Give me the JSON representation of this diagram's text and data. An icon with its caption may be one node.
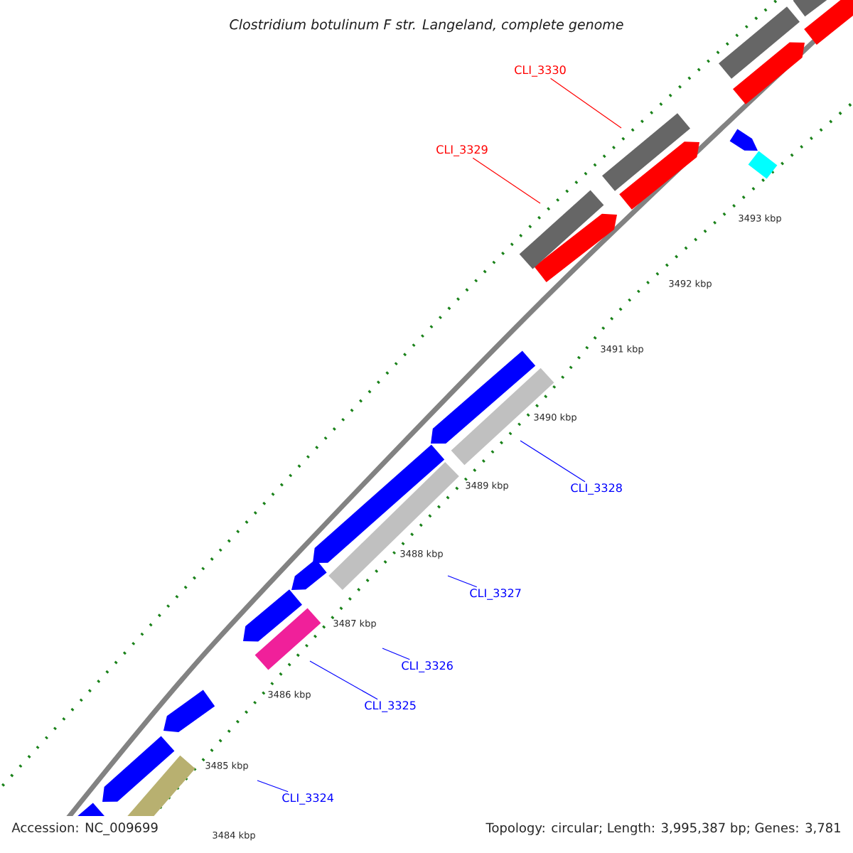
{
  "diagram": {
    "title": "Clostridium botulinum F str. Langeland, complete genome",
    "nodes": [
      {
        "text": [
          "CLI_3330"
        ]
      },
      {
        "text": [
          "CLI_3329"
        ]
      },
      {
        "text": [
          "CLI_3328"
        ]
      },
      {
        "text": [
          "CLI_3327"
        ]
      },
      {
        "text": [
          "CLI_3326"
        ]
      },
      {
        "text": [
          "CLI_3325"
        ]
      },
      {
        "text": [
          "CLI_3324"
        ]
      }
    ],
    "edges": [
      {
        "from": 0,
        "to": null,
        "arrow": "none",
        "color": "#ff0000"
      },
      {
        "from": 1,
        "to": null,
        "arrow": "none",
        "color": "#ff0000"
      },
      {
        "from": 2,
        "to": null,
        "arrow": "none"
      },
      {
        "from": 3,
        "to": null,
        "arrow": "none"
      },
      {
        "from": 4,
        "to": null,
        "arrow": "none"
      },
      {
        "from": 5,
        "to": null,
        "arrow": "none"
      },
      {
        "from": 6,
        "to": null,
        "arrow": "none"
      }
    ],
    "labels": [
      "3493 kbp",
      "3492 kbp",
      "3491 kbp",
      "3490 kbp",
      "3489 kbp",
      "3488 kbp",
      "3487 kbp",
      "3486 kbp",
      "3485 kbp",
      "3484 kbp",
      "Accession: NC_009699",
      "Topology: circular; Length: 3,995,387 bp; Genes: 3,781"
    ]
  }
}
